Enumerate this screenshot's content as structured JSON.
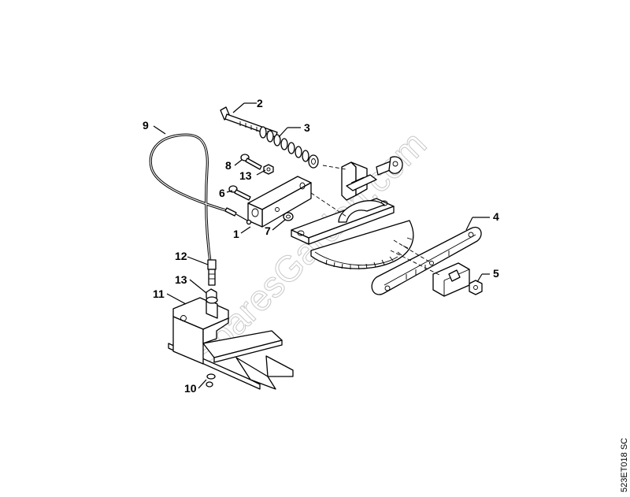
{
  "callouts": {
    "c1": "1",
    "c2": "2",
    "c3": "3",
    "c4": "4",
    "c5": "5",
    "c6": "6",
    "c7": "7",
    "c8": "8",
    "c9": "9",
    "c10": "10",
    "c11": "11",
    "c12": "12",
    "c13a": "13",
    "c13b": "13"
  },
  "watermark": "SparesGarden.com",
  "reference_code": "523ET018 SC"
}
